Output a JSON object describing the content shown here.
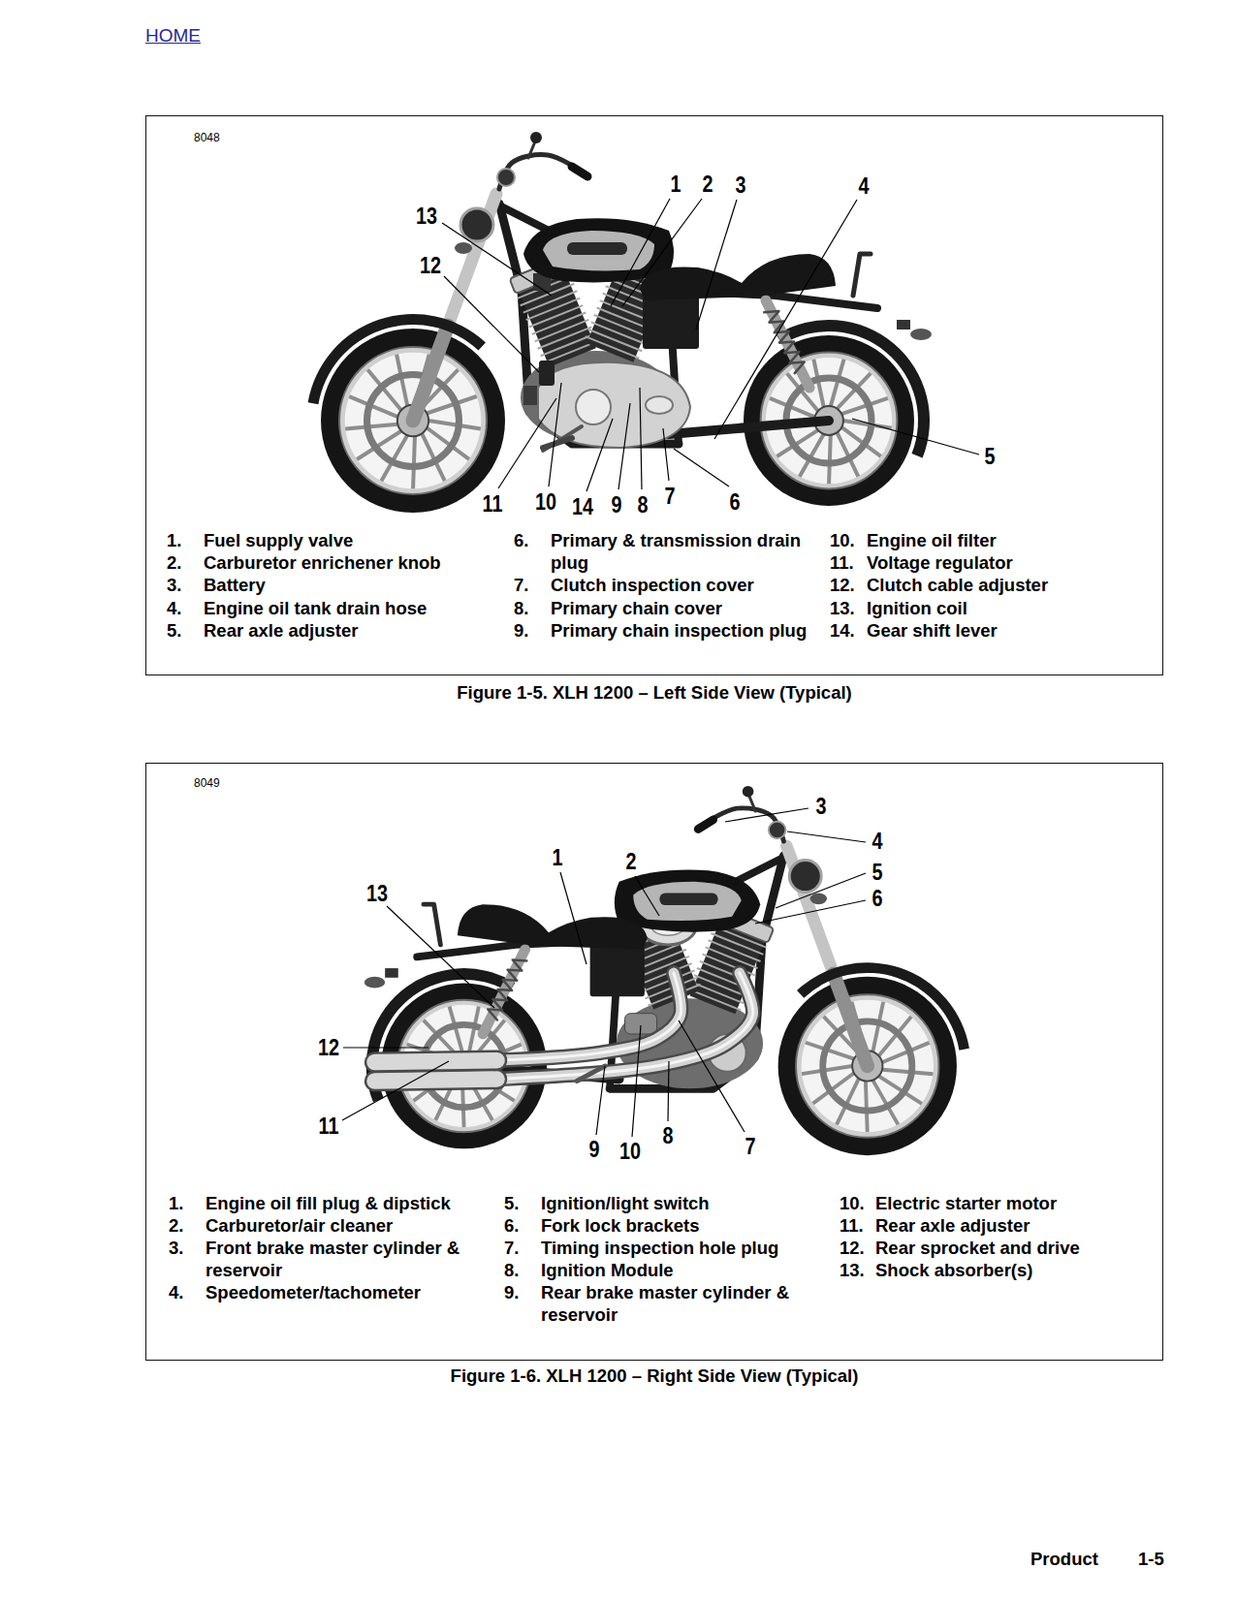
{
  "diagram": {
    "nodes": [
      {
        "text": [
          "8048",
          "1",
          "2",
          "3",
          "4",
          "5",
          "6",
          "7",
          "8",
          "9",
          "10",
          "11",
          "12",
          "13",
          "14",
          "1.",
          "Fuel supply valve",
          "2.",
          "Carburetor enrichener knob",
          "3.",
          "Battery",
          "4.",
          "Engine oil tank drain hose",
          "5.",
          "Rear axle adjuster",
          "6.",
          "Primary & transmission drain plug",
          "7.",
          "Clutch inspection cover",
          "8.",
          "Primary chain cover",
          "9.",
          "Primary chain inspection plug",
          "10.",
          "Engine oil filter",
          "11.",
          "Voltage regulator",
          "12.",
          "Clutch cable adjuster",
          "13.",
          "Ignition coil",
          "14.",
          "Gear shift lever"
        ]
      },
      {
        "text": [
          "8049",
          "1",
          "2",
          "3",
          "4",
          "5",
          "6",
          "7",
          "8",
          "9",
          "10",
          "11",
          "12",
          "13",
          "1.",
          "Engine oil fill plug & dipstick",
          "2.",
          "Carburetor/air cleaner",
          "3.",
          "Front brake master cylinder & reservoir",
          "4.",
          "Speedometer/tachometer",
          "5.",
          "Ignition/light switch",
          "6.",
          "Fork lock brackets",
          "7.",
          "Timing inspection hole plug",
          "8.",
          "Ignition Module",
          "9.",
          "Rear brake master cylinder & reservoir",
          "10.",
          "Electric starter motor",
          "11.",
          "Rear axle adjuster",
          "12.",
          "Rear sprocket and drive",
          "13.",
          "Shock absorber(s)"
        ]
      }
    ],
    "labels": [
      "HOME",
      "Figure 1-5. XLH 1200 – Left Side View (Typical)",
      "Figure 1-6. XLH 1200 – Right Side View (Typical)",
      "Product",
      "1-5"
    ]
  }
}
